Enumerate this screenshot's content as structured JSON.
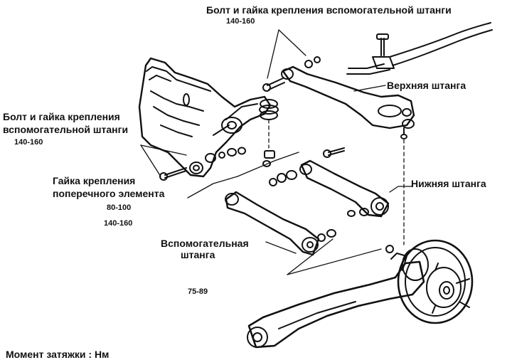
{
  "labels": {
    "bolt_nut_aux_top": "Болт и гайка крепления вспомогательной штанги",
    "torque_top": "140-160",
    "upper_arm": "Верхняя штанга",
    "bolt_nut_aux_left_line1": "Болт и гайка крепления",
    "bolt_nut_aux_left_line2": "вспомогательной штанги",
    "torque_left": "140-160",
    "cross_member_nut_line1": "Гайка крепления",
    "cross_member_nut_line2": "поперечного элемента",
    "torque_cross": "80-100",
    "torque_mid": "140-160",
    "lower_arm": "Нижняя штанга",
    "aux_arm_line1": "Вспомогательная",
    "aux_arm_line2": "штанга",
    "torque_hub": "75-89",
    "legend_torque": "Момент затяжки : Нм"
  },
  "colors": {
    "ink": "#111111",
    "background": "#ffffff"
  }
}
